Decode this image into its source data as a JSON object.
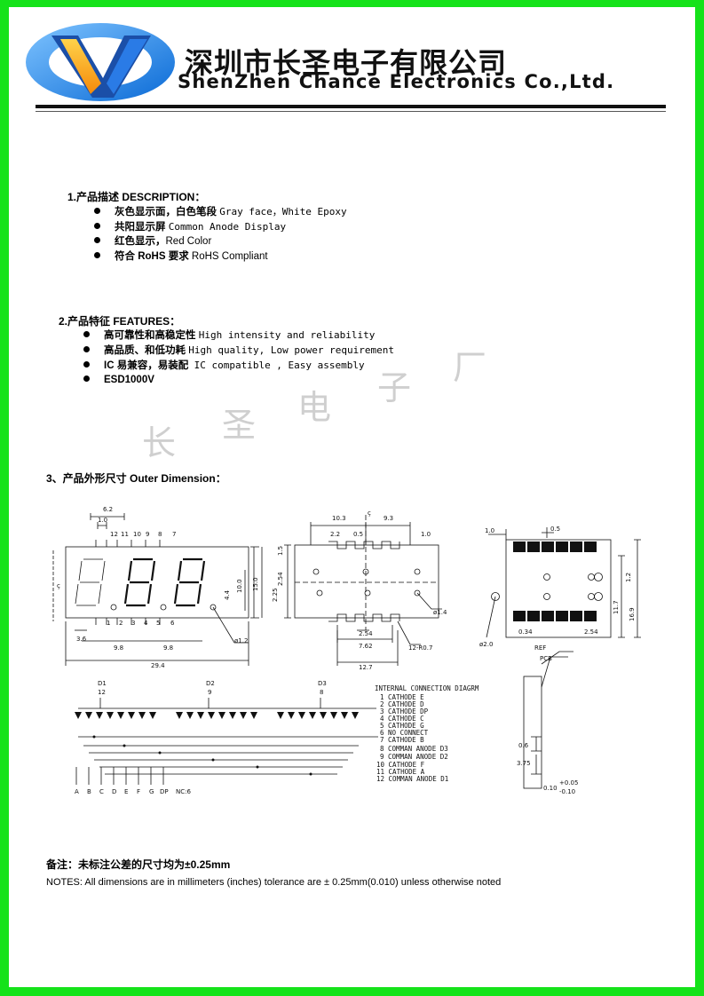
{
  "header": {
    "company_cn": "深圳市长圣电子有限公司",
    "company_en": "ShenZhen Chance Electronics Co.,Ltd."
  },
  "description": {
    "heading": "1.产品描述 DESCRIPTION：",
    "items": [
      {
        "cn": "灰色显示面，白色笔段",
        "en": "Gray face，White Epoxy",
        "mono": false
      },
      {
        "cn": "共阳显示屏",
        "en": "Common Anode Display",
        "mono": false
      },
      {
        "cn": "红色显示，",
        "en": "Red Color",
        "mono": false
      },
      {
        "cn": "符合 RoHS 要求",
        "en": "RoHS Compliant",
        "mono": false
      }
    ]
  },
  "features": {
    "heading": "2.产品特征 FEATURES：",
    "items": [
      {
        "cn": "高可靠性和高稳定性",
        "en": "High intensity and reliability"
      },
      {
        "cn": "高品质、和低功耗",
        "en": "High quality, Low power requirement"
      },
      {
        "cn": "IC 易兼容，易装配",
        "en": "IC compatible , Easy assembly"
      },
      {
        "cn": "ESD1000V",
        "en": ""
      }
    ]
  },
  "watermark": [
    "长",
    "圣",
    "电",
    "子",
    "厂"
  ],
  "dimension": {
    "heading": "3、产品外形尺寸 Outer Dimension：",
    "front": {
      "labels": [
        "6.2",
        "1.0",
        "12",
        "11",
        "10",
        "9",
        "8",
        "7",
        "1",
        "2",
        "3",
        "4",
        "5",
        "6",
        "3.6",
        "9.8",
        "9.8",
        "29.4",
        "4.4",
        "10.0",
        "15.0",
        "ø1.2",
        "ç"
      ]
    },
    "side": {
      "labels": [
        "10.3",
        "9.3",
        "2.2",
        "0.5",
        "1.0",
        "1.5",
        "2.54",
        "2.25",
        "ø1.4",
        "2.54",
        "7.62",
        "12-R0.7",
        "12.7",
        "ç"
      ]
    },
    "pcb": {
      "labels": [
        "1.0",
        "0.5",
        "0.34",
        "2.54",
        "11.7",
        "16.9",
        "1.2",
        "ø2.0"
      ]
    },
    "circuit": {
      "digits": [
        {
          "name": "D1",
          "pin": "12"
        },
        {
          "name": "D2",
          "pin": "9"
        },
        {
          "name": "D3",
          "pin": "8"
        }
      ],
      "segments": [
        "A",
        "B",
        "C",
        "D",
        "E",
        "F",
        "G",
        "DP"
      ],
      "nc": "NC:6"
    },
    "connection": {
      "title": "INTERNAL CONNECTION DIAGRM",
      "pins": [
        "1 CATHODE E",
        "2 CATHODE D",
        "3 CATHODE DP",
        "4 CATHODE C",
        "5 CATHODE G",
        "6 NO CONNECT",
        "7 CATHODE B",
        "8 COMMAN ANODE D3",
        "9 COMMAN ANODE D2",
        "10 CATHODE F",
        "11 CATHODE A",
        "12 COMMAN ANODE D1"
      ]
    },
    "profile": {
      "labels": [
        "REF",
        "PCB",
        "0.6",
        "3.75",
        "0.10",
        "+0.05",
        "-0.10"
      ]
    }
  },
  "notes": {
    "cn": "备注：未标注公差的尺寸均为±0.25mm",
    "en": "NOTES: All dimensions are in millimeters (inches) tolerance are ± 0.25mm(0.010) unless otherwise noted"
  }
}
